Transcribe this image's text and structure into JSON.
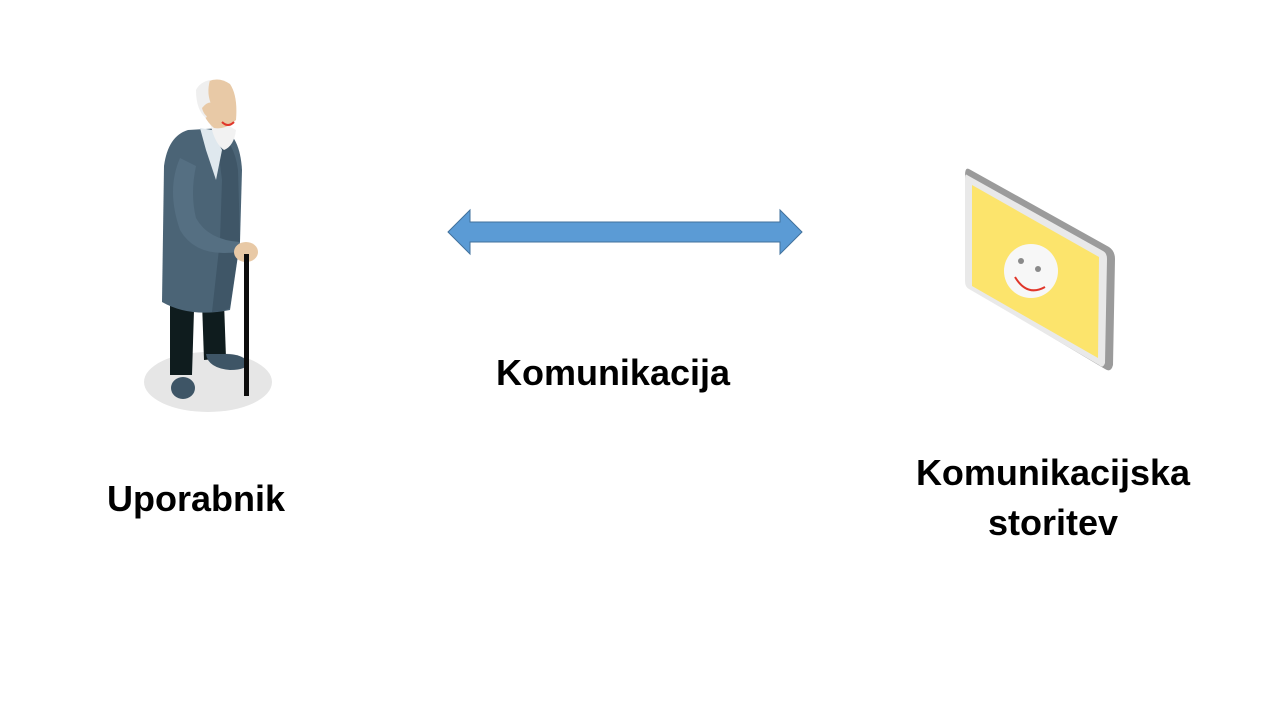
{
  "diagram": {
    "user_label": "Uporabnik",
    "communication_label": "Komunikacija",
    "service_label_line1": "Komunikacijska",
    "service_label_line2": "storitev"
  },
  "colors": {
    "arrow": "#5b9bd5",
    "arrow_stroke": "#41719c",
    "coat": "#4a6375",
    "pants": "#0d1a1c",
    "screen": "#fce46c",
    "screen_frame": "#9a9a9a",
    "face": "#f7f7f7",
    "smile": "#e0362a"
  },
  "icons": {
    "user": "elderly-man-with-cane-icon",
    "arrow": "double-headed-arrow-icon",
    "service": "tablet-smiley-screen-icon"
  }
}
